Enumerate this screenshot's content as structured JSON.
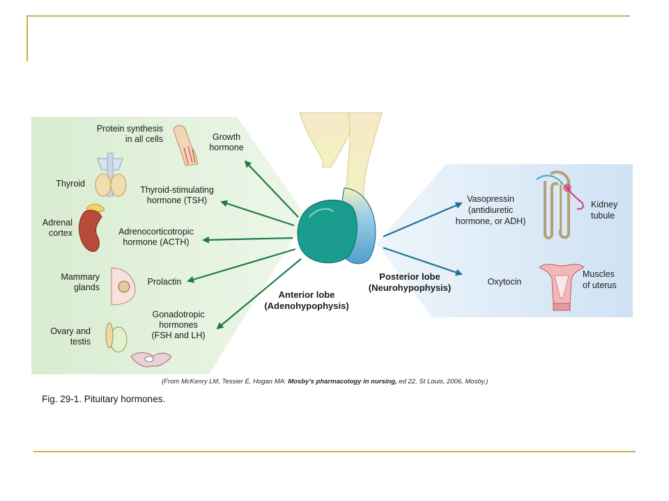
{
  "anterior": {
    "title": "Anterior lobe",
    "subtitle": "(Adenohypophysis)",
    "hormones": [
      {
        "lines": [
          "Growth",
          "hormone"
        ]
      },
      {
        "lines": [
          "Thyroid-stimulating",
          "hormone (TSH)"
        ]
      },
      {
        "lines": [
          "Adrenocorticotropic",
          "hormone (ACTH)"
        ]
      },
      {
        "lines": [
          "Prolactin"
        ]
      },
      {
        "lines": [
          "Gonadotropic",
          "hormones",
          "(FSH and LH)"
        ]
      }
    ],
    "targets": [
      {
        "lines": [
          "Protein synthesis",
          "in all cells"
        ]
      },
      {
        "lines": [
          "Thyroid"
        ]
      },
      {
        "lines": [
          "Adrenal",
          "cortex"
        ]
      },
      {
        "lines": [
          "Mammary",
          "glands"
        ]
      },
      {
        "lines": [
          "Ovary and",
          "testis"
        ]
      }
    ]
  },
  "posterior": {
    "title": "Posterior lobe",
    "subtitle": "(Neurohypophysis)",
    "hormones": [
      {
        "lines": [
          "Vasopressin",
          "(antidiuretic",
          "hormone, or ADH)"
        ]
      },
      {
        "lines": [
          "Oxytocin"
        ]
      }
    ],
    "targets": [
      {
        "lines": [
          "Kidney",
          "tubule"
        ]
      },
      {
        "lines": [
          "Muscles",
          "of uterus"
        ]
      }
    ]
  },
  "credit": {
    "prefix": "(From McKenry LM, Tessier E, Hogan MA: ",
    "book": "Mosby's pharmacology in nursing,",
    "suffix": " ed 22, St Louis, 2006, Mosby.)"
  },
  "caption": "Fig. 29-1. Pituitary hormones.",
  "colors": {
    "frame": "#c9b24a",
    "anterior_panel": "#e3f1dc",
    "posterior_panel": "#d9e9f7",
    "anterior_lobe": "#1a9c8e",
    "posterior_lobe": "#5aa8d2",
    "anterior_arrow": "#1e7a43",
    "posterior_arrow": "#1f6f95"
  }
}
